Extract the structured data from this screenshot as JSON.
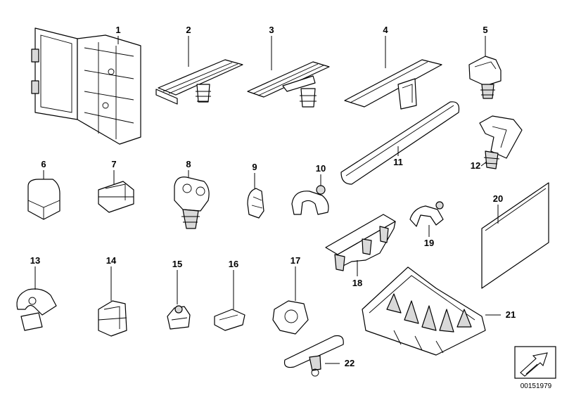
{
  "diagram_id": "00151979",
  "parts": [
    {
      "number": "1"
    },
    {
      "number": "2"
    },
    {
      "number": "3"
    },
    {
      "number": "4"
    },
    {
      "number": "5"
    },
    {
      "number": "6"
    },
    {
      "number": "7"
    },
    {
      "number": "8"
    },
    {
      "number": "9"
    },
    {
      "number": "10"
    },
    {
      "number": "11"
    },
    {
      "number": "12"
    },
    {
      "number": "13"
    },
    {
      "number": "14"
    },
    {
      "number": "15"
    },
    {
      "number": "16"
    },
    {
      "number": "17"
    },
    {
      "number": "18"
    },
    {
      "number": "19"
    },
    {
      "number": "20"
    },
    {
      "number": "21"
    },
    {
      "number": "22"
    }
  ],
  "icons": {
    "corner_badge": "arrow-badge-icon"
  }
}
